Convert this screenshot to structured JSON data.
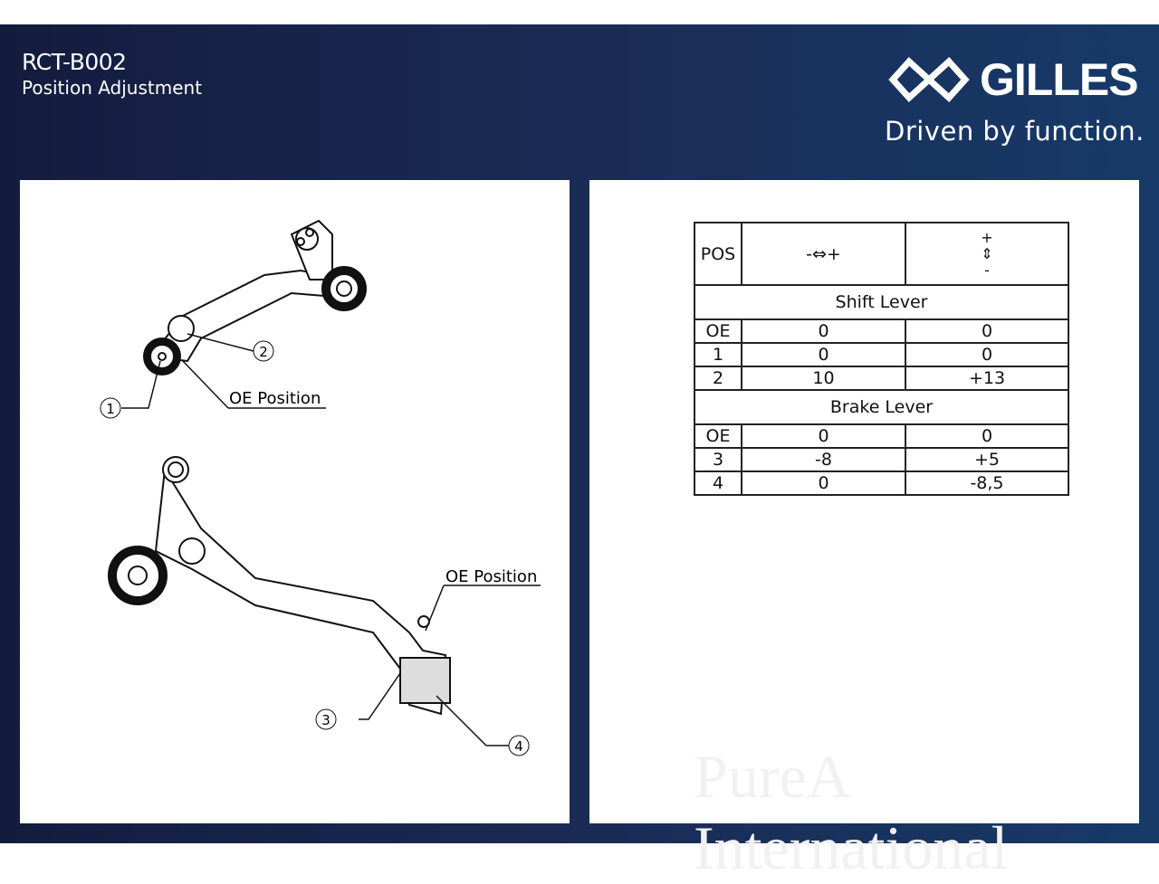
{
  "header": {
    "code": "RCT-B002",
    "subtitle": "Position Adjustment"
  },
  "brand": {
    "name": "GILLES",
    "tagline": "Driven by function."
  },
  "diagram": {
    "oe_label_1": "OE Position",
    "oe_label_2": "OE Position",
    "callouts": [
      "1",
      "2",
      "3",
      "4"
    ]
  },
  "table": {
    "pos_header": "POS",
    "horizontal_header": "-⇔+",
    "vertical_top": "+",
    "vertical_bottom": "-",
    "sections": [
      {
        "title": "Shift Lever",
        "rows": [
          [
            "OE",
            "0",
            "0"
          ],
          [
            "1",
            "0",
            "0"
          ],
          [
            "2",
            "10",
            "+13"
          ]
        ]
      },
      {
        "title": "Brake Lever",
        "rows": [
          [
            "OE",
            "0",
            "0"
          ],
          [
            "3",
            "-8",
            "+5"
          ],
          [
            "4",
            "0",
            "-8,5"
          ]
        ]
      }
    ]
  },
  "watermark": "PureA International"
}
